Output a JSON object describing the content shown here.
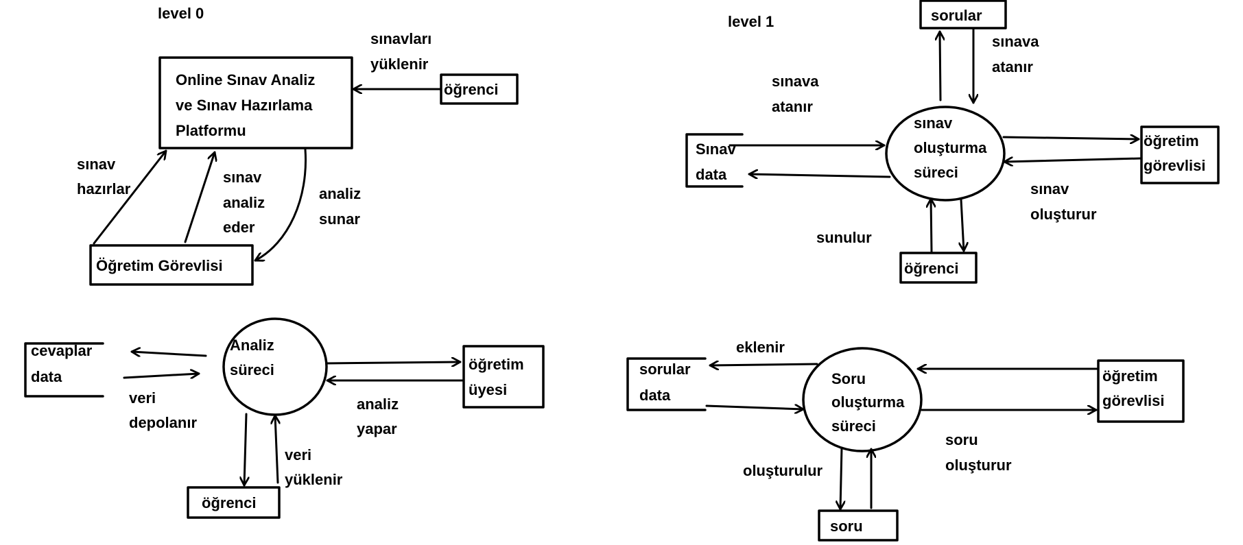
{
  "level0": {
    "heading": "level 0",
    "platform": [
      "Online Sınav Analiz",
      "ve Sınav Hazırlama",
      "Platformu"
    ],
    "student": "öğrenci",
    "instructor": "Öğretim Görevlisi",
    "flow_exams_uploaded": [
      "sınavları",
      "yüklenir"
    ],
    "flow_prepares_exam": [
      "sınav",
      "hazırlar"
    ],
    "flow_analyzes_exam": [
      "sınav",
      "analiz",
      "eder"
    ],
    "flow_presents_analysis": [
      "analiz",
      "sunar"
    ]
  },
  "level1": {
    "heading": "level 1",
    "process": [
      "sınav",
      "oluşturma",
      "süreci"
    ],
    "questions_store": "sorular",
    "exam_store": [
      "Sınav",
      "data"
    ],
    "instructor": [
      "öğretim",
      "görevlisi"
    ],
    "student": "öğrenci",
    "flow_assigned_left": [
      "sınava",
      "atanır"
    ],
    "flow_assigned_top": [
      "sınava",
      "atanır"
    ],
    "flow_creates_exam": [
      "sınav",
      "oluşturur"
    ],
    "flow_presented": "sunulur"
  },
  "analysis": {
    "process": [
      "Analiz",
      "süreci"
    ],
    "answers_store": [
      "cevaplar",
      "data"
    ],
    "member": [
      "öğretim",
      "üyesi"
    ],
    "student": "öğrenci",
    "flow_data_stored": [
      "veri",
      "depolanır"
    ],
    "flow_data_uploaded": [
      "veri",
      "yüklenir"
    ],
    "flow_analyzes": [
      "analiz",
      "yapar"
    ]
  },
  "question": {
    "process": [
      "Soru",
      "oluşturma",
      "süreci"
    ],
    "questions_store": [
      "sorular",
      "data"
    ],
    "instructor": [
      "öğretim",
      "görevlisi"
    ],
    "question_entity": "soru",
    "flow_added": "eklenir",
    "flow_created": "oluşturulur",
    "flow_creates_question": [
      "soru",
      "oluşturur"
    ]
  }
}
